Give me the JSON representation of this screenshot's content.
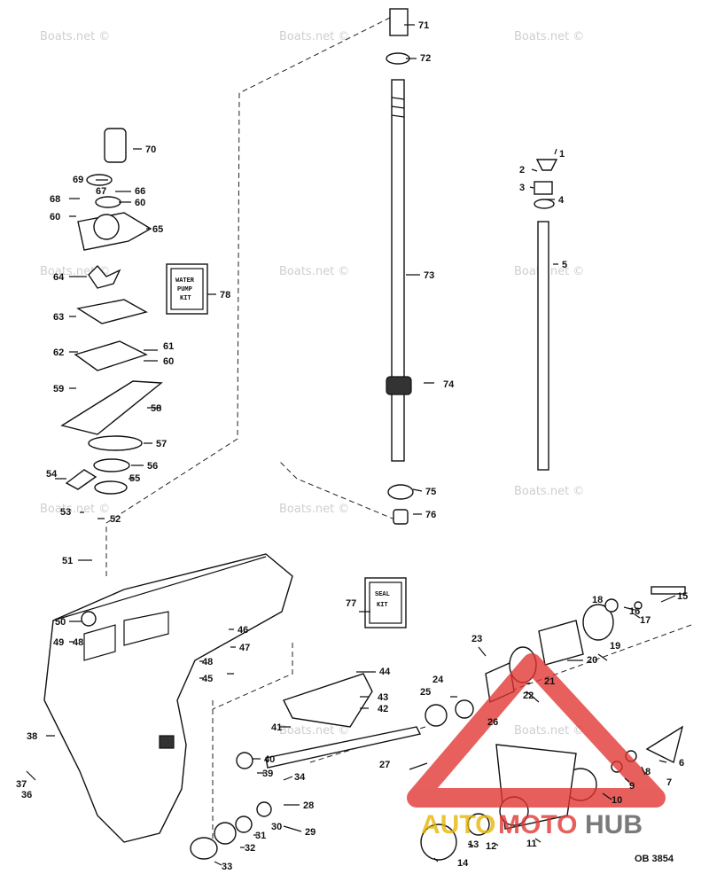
{
  "watermark": "Boats.net ©",
  "kits": {
    "water_pump": [
      "WATER",
      "PUMP",
      "KIT"
    ],
    "seal": [
      "SEAL",
      "KIT"
    ]
  },
  "drawing_code": "OB 3854",
  "logo": {
    "part1": "AUTO",
    "part2": "MOTO",
    "part3": "HUB",
    "color": "#e0332f"
  },
  "labels": {
    "p1": "1",
    "p2": "2",
    "p3": "3",
    "p4": "4",
    "p5": "5",
    "p6": "6",
    "p7": "7",
    "p8": "8",
    "p9": "9",
    "p10": "10",
    "p11": "11",
    "p12": "12",
    "p13": "13",
    "p14": "14",
    "p15": "15",
    "p16": "16",
    "p17": "17",
    "p18": "18",
    "p19": "19",
    "p20": "20",
    "p21": "21",
    "p22": "22",
    "p23": "23",
    "p24": "24",
    "p25": "25",
    "p26": "26",
    "p27": "27",
    "p28": "28",
    "p29": "29",
    "p30": "30",
    "p31": "31",
    "p32": "32",
    "p33": "33",
    "p34": "34",
    "p36": "36",
    "p37": "37",
    "p38": "38",
    "p39": "39",
    "p40": "40",
    "p41": "41",
    "p42": "42",
    "p43": "43",
    "p44": "44",
    "p45": "45",
    "p46": "46",
    "p47": "47",
    "p48": "48",
    "p49": "49",
    "p50": "50",
    "p51": "51",
    "p52": "52",
    "p53": "53",
    "p54": "54",
    "p55": "55",
    "p56": "56",
    "p57": "57",
    "p58": "58",
    "p59": "59",
    "p60a": "60",
    "p60b": "60",
    "p60c": "60",
    "p61": "61",
    "p62": "62",
    "p63": "63",
    "p64": "64",
    "p65": "65",
    "p66": "66",
    "p67": "67",
    "p68": "68",
    "p69": "69",
    "p70": "70",
    "p71": "71",
    "p72": "72",
    "p73": "73",
    "p74": "74",
    "p75": "75",
    "p76": "76",
    "p77": "77",
    "p78": "78"
  }
}
